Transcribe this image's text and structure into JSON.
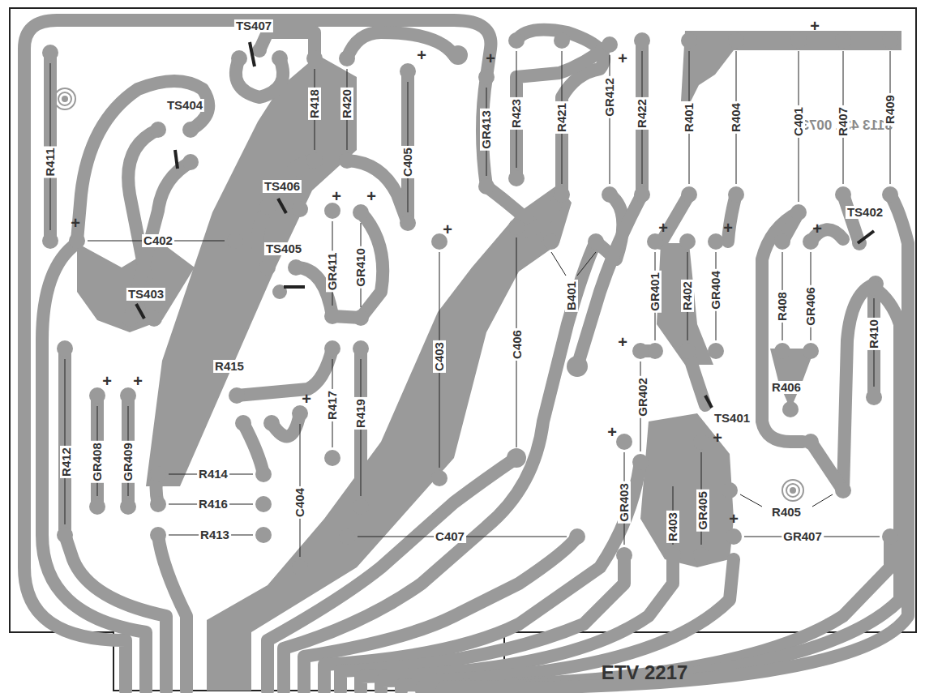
{
  "diagram": {
    "caption": "ETV 2217",
    "labels": [
      "TS407",
      "R411",
      "TS404",
      "R418",
      "R420",
      "C405",
      "GR413",
      "R423",
      "R421",
      "GR412",
      "R422",
      "R401",
      "R404",
      "3113 431 00731",
      "C401",
      "R407",
      "R409",
      "TS406",
      "C402",
      "TS405",
      "GR411",
      "GR410",
      "TS402",
      "GR401",
      "R402",
      "GR404",
      "R408",
      "GR406",
      "TS403",
      "B401",
      "R410",
      "C406",
      "C403",
      "R415",
      "GR402",
      "R406",
      "TS401",
      "R417",
      "R419",
      "R412",
      "GR408",
      "GR409",
      "R414",
      "R416",
      "R413",
      "C404",
      "C407",
      "GR403",
      "R403",
      "GR405",
      "R405",
      "GR407",
      "+",
      "+",
      "+",
      "+",
      "+",
      "+",
      "+",
      "+",
      "+",
      "+",
      "+",
      "+",
      "+",
      "+",
      "+",
      "+",
      "+",
      "+"
    ]
  }
}
